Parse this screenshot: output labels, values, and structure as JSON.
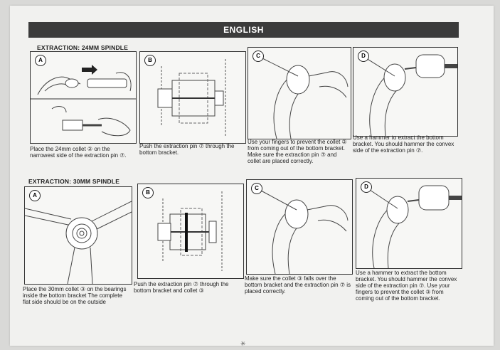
{
  "header": {
    "language": "ENGLISH"
  },
  "sections": [
    {
      "title": "EXTRACTION: 24MM SPINDLE",
      "steps": [
        {
          "badge": "A",
          "caption": "Place the 24mm collet ② on the narrowest side of the extraction pin ⑦."
        },
        {
          "badge": "B",
          "caption": "Push the extraction pin ⑦ through the bottom bracket."
        },
        {
          "badge": "C",
          "caption": "Use your fingers to prevent the collet ② from coming out of the bottom bracket. Make sure the extraction pin ⑦ and collet are placed correctly."
        },
        {
          "badge": "D",
          "caption": "Use a hammer to extract the bottom bracket. You should hammer the convex side of the extraction pin ⑦."
        }
      ]
    },
    {
      "title": "EXTRACTION: 30MM SPINDLE",
      "steps": [
        {
          "badge": "A",
          "caption": "Place the 30mm collet ③ on the bearings inside the bottom bracket The complete flat side should be on the outside"
        },
        {
          "badge": "B",
          "caption": "Push the extraction pin ⑦ through the bottom bracket and collet ③"
        },
        {
          "badge": "C",
          "caption": "Make sure the collet ③ falls over the bottom bracket and the extraction pin ⑦ is placed correctly."
        },
        {
          "badge": "D",
          "caption": "Use a hammer to extract the bottom bracket. You should hammer the convex side of the extraction pin ⑦. Use your fingers to prevent the collet ③ from coming out of the bottom bracket."
        }
      ]
    }
  ],
  "footer_mark": "✳"
}
